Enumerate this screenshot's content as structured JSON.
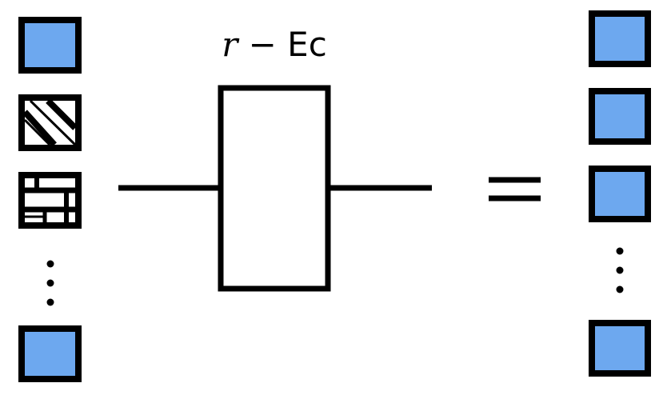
{
  "diagram": {
    "label": {
      "italic": "r",
      "rest": " − Ec"
    },
    "equals_symbol": "=",
    "colors": {
      "fill": "#6da8ef",
      "stroke": "#000000",
      "background": "#ffffff"
    },
    "left_column": [
      "filled-square",
      "corrupted-square-diagonal",
      "corrupted-square-grid",
      "vertical-ellipsis",
      "filled-square"
    ],
    "right_column": [
      "filled-square",
      "filled-square",
      "filled-square",
      "vertical-ellipsis",
      "filled-square"
    ]
  }
}
